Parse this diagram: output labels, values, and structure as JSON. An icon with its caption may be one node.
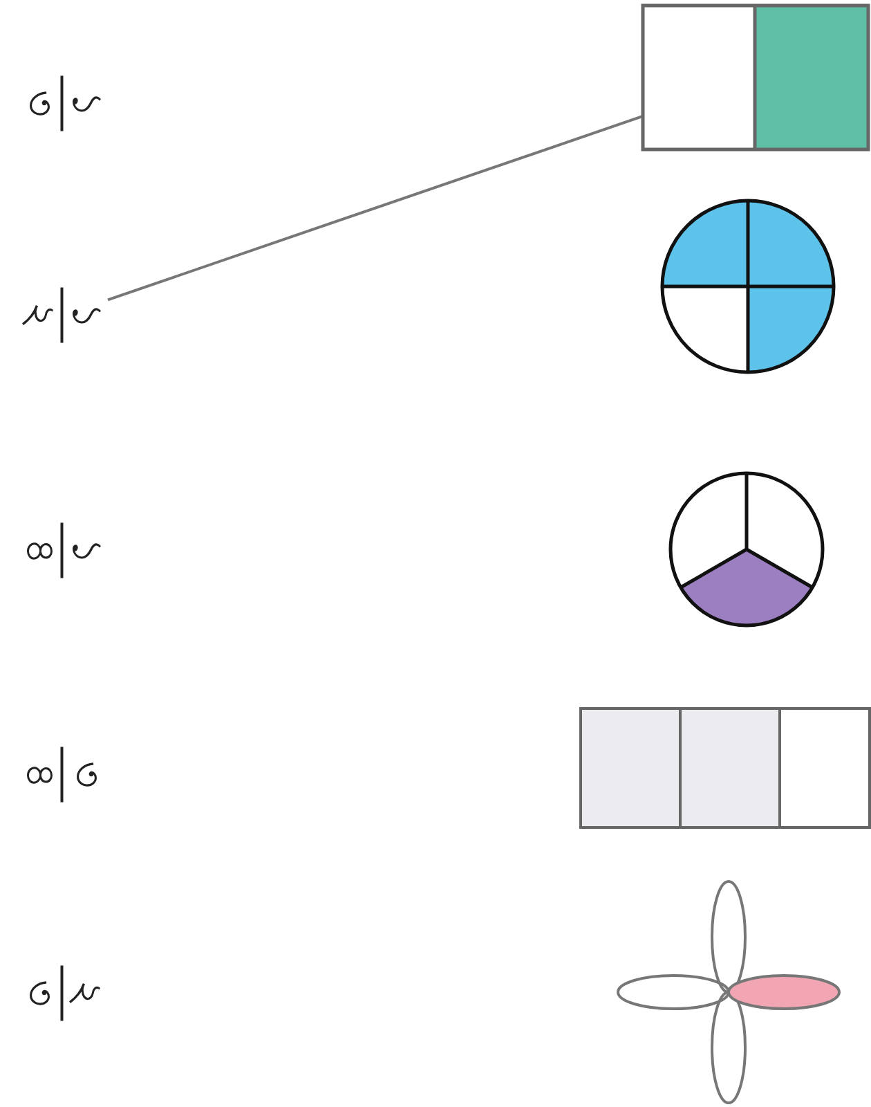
{
  "diagram": {
    "nodes": [
      {
        "text": [
          "১",
          "৩"
        ]
      },
      {
        "text": [
          "১",
          "২"
        ]
      },
      {
        "text": [
          "১",
          "৪"
        ]
      },
      {
        "text": [
          "৩",
          "৪"
        ]
      },
      {
        "text": [
          "২",
          "৩"
        ]
      },
      {
        "text": [],
        "shape": "box"
      },
      {
        "text": [],
        "shape": "circle"
      },
      {
        "text": [],
        "shape": "circle"
      },
      {
        "text": [],
        "shape": "box"
      },
      {
        "text": [],
        "shape": "picture"
      }
    ],
    "edges": [
      {
        "from": 1,
        "to": 5,
        "arrow": "none"
      }
    ]
  }
}
